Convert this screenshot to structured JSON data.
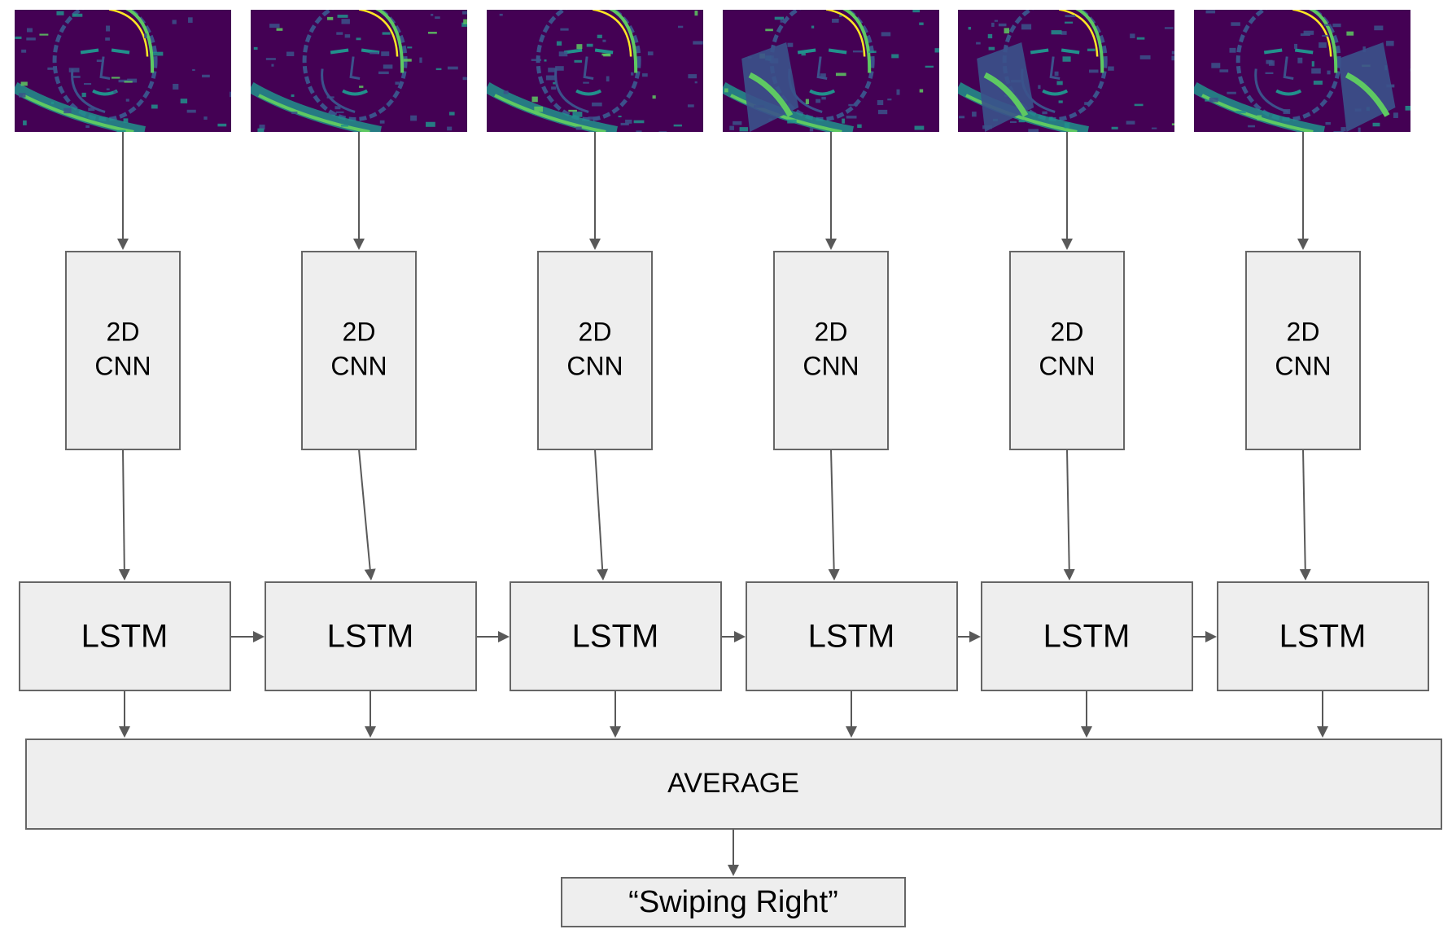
{
  "diagram": {
    "frames": [
      {
        "id": "frame-1",
        "palette": "viridis",
        "variant": 1
      },
      {
        "id": "frame-2",
        "palette": "viridis",
        "variant": 2
      },
      {
        "id": "frame-3",
        "palette": "viridis",
        "variant": 3
      },
      {
        "id": "frame-4",
        "palette": "viridis",
        "variant": 4
      },
      {
        "id": "frame-5",
        "palette": "viridis",
        "variant": 5
      },
      {
        "id": "frame-6",
        "palette": "viridis",
        "variant": 6
      }
    ],
    "cnn_blocks": [
      {
        "line1": "2D",
        "line2": "CNN"
      },
      {
        "line1": "2D",
        "line2": "CNN"
      },
      {
        "line1": "2D",
        "line2": "CNN"
      },
      {
        "line1": "2D",
        "line2": "CNN"
      },
      {
        "line1": "2D",
        "line2": "CNN"
      },
      {
        "line1": "2D",
        "line2": "CNN"
      }
    ],
    "lstm_blocks": [
      {
        "label": "LSTM"
      },
      {
        "label": "LSTM"
      },
      {
        "label": "LSTM"
      },
      {
        "label": "LSTM"
      },
      {
        "label": "LSTM"
      },
      {
        "label": "LSTM"
      }
    ],
    "average": {
      "label": "AVERAGE"
    },
    "output": {
      "label": "“Swiping Right”"
    },
    "colors": {
      "box_fill": "#eeeeee",
      "box_stroke": "#666666",
      "arrow": "#595959",
      "viridis_dark": "#440154",
      "viridis_blue": "#3b528b",
      "viridis_teal": "#21918c",
      "viridis_green": "#5ec962",
      "viridis_yellow": "#fde725"
    }
  }
}
